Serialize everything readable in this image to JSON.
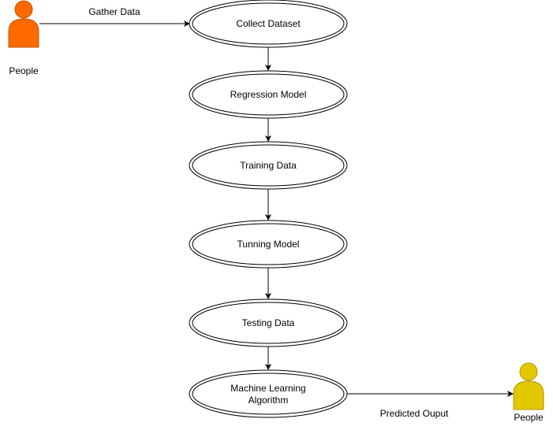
{
  "diagram": {
    "actors": {
      "source": {
        "label": "People",
        "color": "#ff6a00"
      },
      "target": {
        "label": "People",
        "color": "#e3c800"
      }
    },
    "nodes": {
      "collect": "Collect Dataset",
      "regression": "Regression Model",
      "training": "Training Data",
      "tuning": "Tunning Model",
      "testing": "Testing Data",
      "ml_line1": "Machine Learning",
      "ml_line2": "Algorithm"
    },
    "edges": {
      "gather": "Gather Data",
      "predicted": "Predicted Ouput"
    },
    "line_color": "#000000"
  }
}
